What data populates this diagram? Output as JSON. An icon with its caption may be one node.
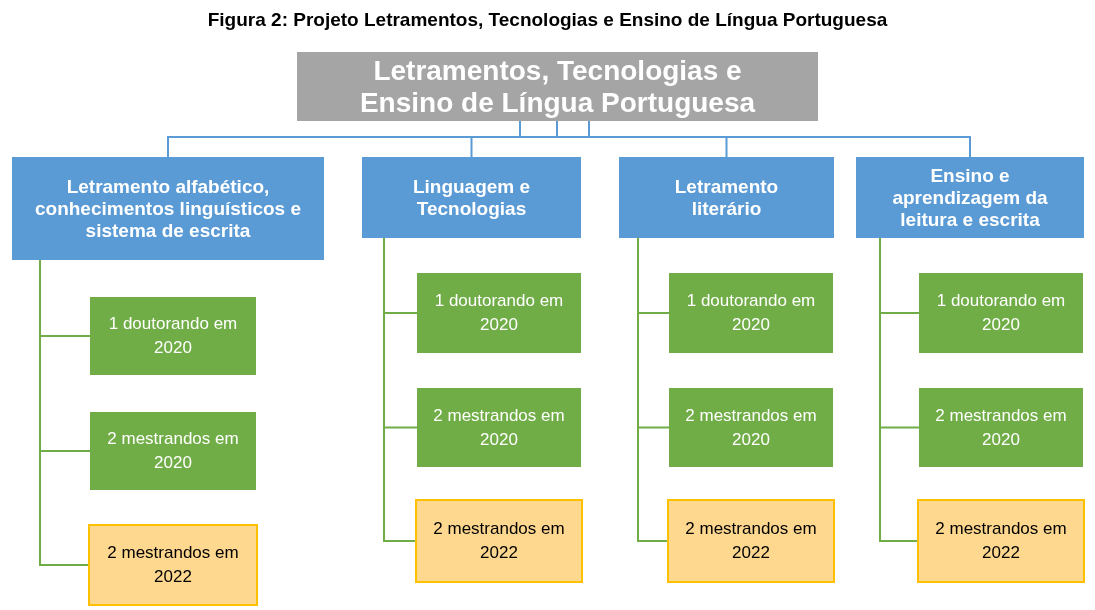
{
  "diagram": {
    "title": "Figura 2: Projeto Letramentos, Tecnologias e Ensino de Língua Portuguesa",
    "nodes": [
      {
        "text": [
          "Letramentos, Tecnologias e Ensino de Língua Portuguesa"
        ]
      },
      {
        "text": [
          "Letramento alfabético, conhecimentos linguísticos e sistema de escrita"
        ]
      },
      {
        "text": [
          "1 doutorando em 2020"
        ]
      },
      {
        "text": [
          "2 mestrandos em 2020"
        ]
      },
      {
        "text": [
          "2 mestrandos em 2022"
        ]
      },
      {
        "text": [
          "Linguagem e Tecnologias"
        ]
      },
      {
        "text": [
          "1 doutorando em 2020"
        ]
      },
      {
        "text": [
          "2 mestrandos em 2020"
        ]
      },
      {
        "text": [
          "2 mestrandos em 2022"
        ]
      },
      {
        "text": [
          "Letramento literário"
        ]
      },
      {
        "text": [
          "1 doutorando em 2020"
        ]
      },
      {
        "text": [
          "2 mestrandos em 2020"
        ]
      },
      {
        "text": [
          "2 mestrandos em 2022"
        ]
      },
      {
        "text": [
          "Ensino e aprendizagem da leitura e escrita"
        ]
      },
      {
        "text": [
          "1 doutorando em 2020"
        ]
      },
      {
        "text": [
          "2 mestrandos em 2020"
        ]
      },
      {
        "text": [
          "2 mestrandos em 2022"
        ]
      }
    ],
    "edges": [
      {
        "from": 0,
        "to": 1,
        "arrow": "none",
        "color": "#5b9bd5"
      },
      {
        "from": 0,
        "to": 5,
        "arrow": "none",
        "color": "#5b9bd5"
      },
      {
        "from": 0,
        "to": 9,
        "arrow": "none",
        "color": "#5b9bd5"
      },
      {
        "from": 0,
        "to": 13,
        "arrow": "none",
        "color": "#5b9bd5"
      },
      {
        "from": 1,
        "to": 2,
        "arrow": "none"
      },
      {
        "from": 1,
        "to": 3,
        "arrow": "none"
      },
      {
        "from": 1,
        "to": 4,
        "arrow": "none"
      },
      {
        "from": 5,
        "to": 6,
        "arrow": "none"
      },
      {
        "from": 5,
        "to": 7,
        "arrow": "none"
      },
      {
        "from": 5,
        "to": 8,
        "arrow": "none"
      },
      {
        "from": 9,
        "to": 10,
        "arrow": "none"
      },
      {
        "from": 9,
        "to": 11,
        "arrow": "none"
      },
      {
        "from": 9,
        "to": 12,
        "arrow": "none"
      },
      {
        "from": 13,
        "to": 14,
        "arrow": "none"
      },
      {
        "from": 13,
        "to": 15,
        "arrow": "none"
      },
      {
        "from": 13,
        "to": 16,
        "arrow": "none"
      }
    ]
  }
}
